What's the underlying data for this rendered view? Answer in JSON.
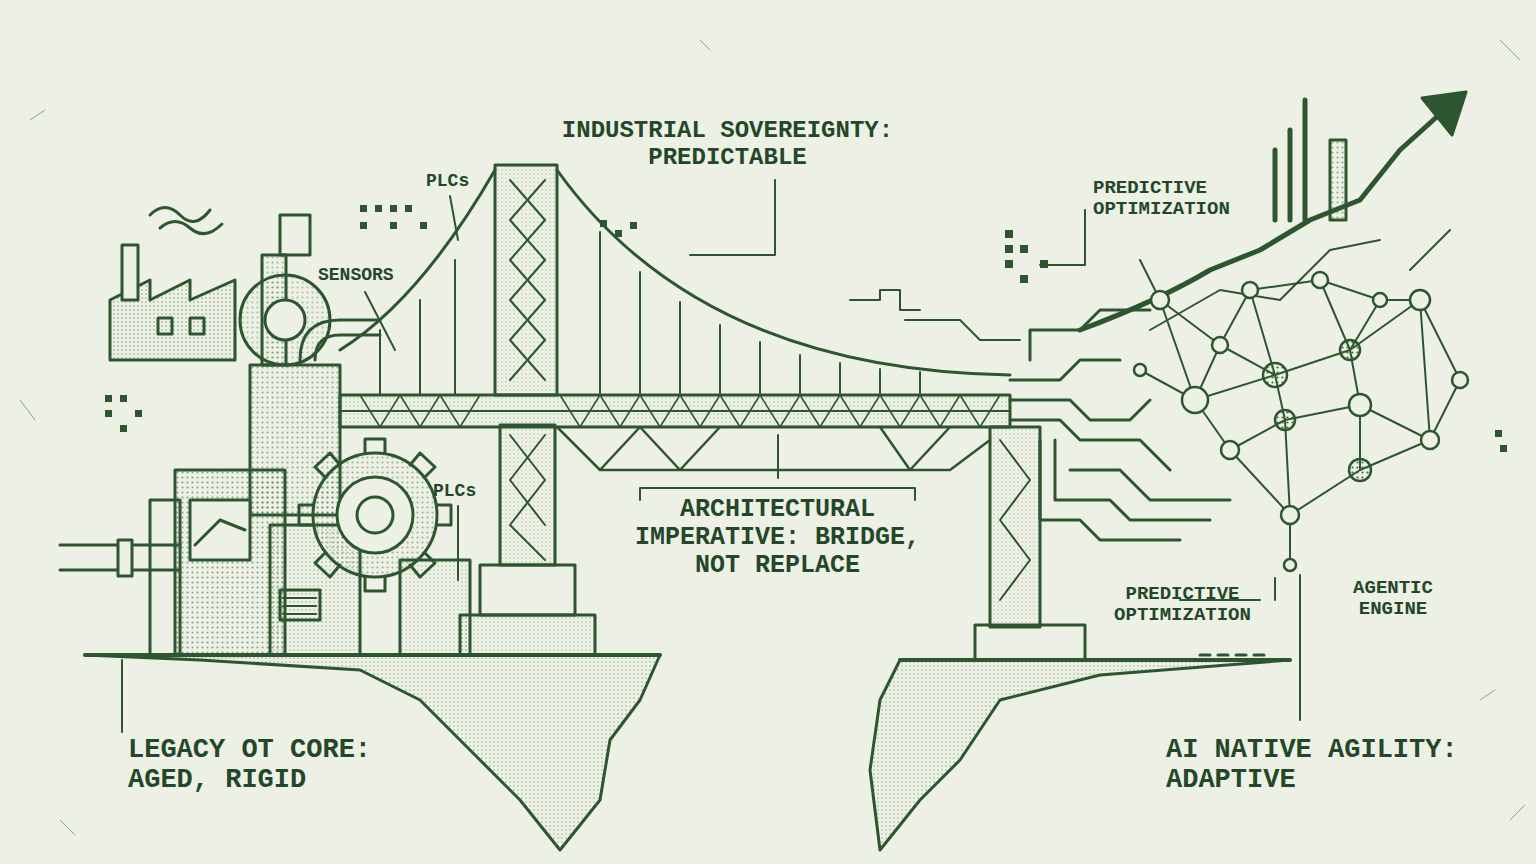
{
  "diagram": {
    "labels": [
      "INDUSTRIAL SOVEREIGNTY: PREDICTABLE",
      "PLCs",
      "PREDICTIVE OPTIMIZATION",
      "SENSORS",
      "PLCs",
      "ARCHITECTURAL IMPERATIVE: BRIDGE, NOT REPLACE",
      "PREDICTIVE OPTIMIZATION",
      "AGENTIC ENGINE",
      "LEGACY OT CORE: AGED, RIGID",
      "AI NATIVE AGILITY: ADAPTIVE"
    ]
  }
}
